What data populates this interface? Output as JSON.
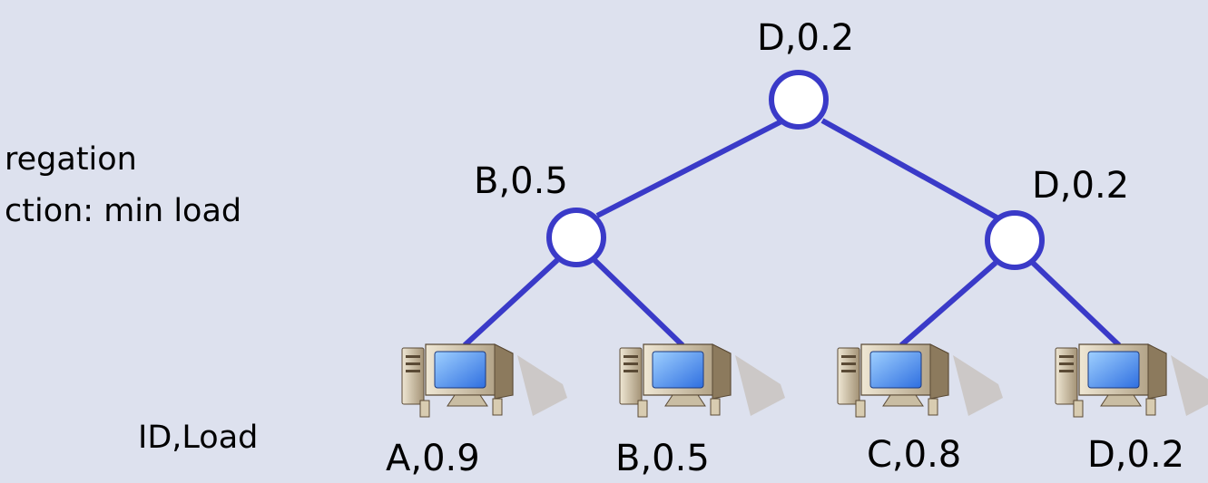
{
  "caption": {
    "line1": "regation",
    "line2": "ction: min load"
  },
  "legend": {
    "text": "ID,Load"
  },
  "tree": {
    "root": {
      "label": "D,0.2"
    },
    "left": {
      "label": "B,0.5"
    },
    "right": {
      "label": "D,0.2"
    },
    "leaves": [
      {
        "label": "A,0.9"
      },
      {
        "label": "B,0.5"
      },
      {
        "label": "C,0.8"
      },
      {
        "label": "D,0.2"
      }
    ]
  },
  "colors": {
    "background": "#dde1ee",
    "edge": "#3a3ac8",
    "node_fill": "#ffffff"
  },
  "icons": {
    "leaf": "desktop-computer-icon"
  }
}
